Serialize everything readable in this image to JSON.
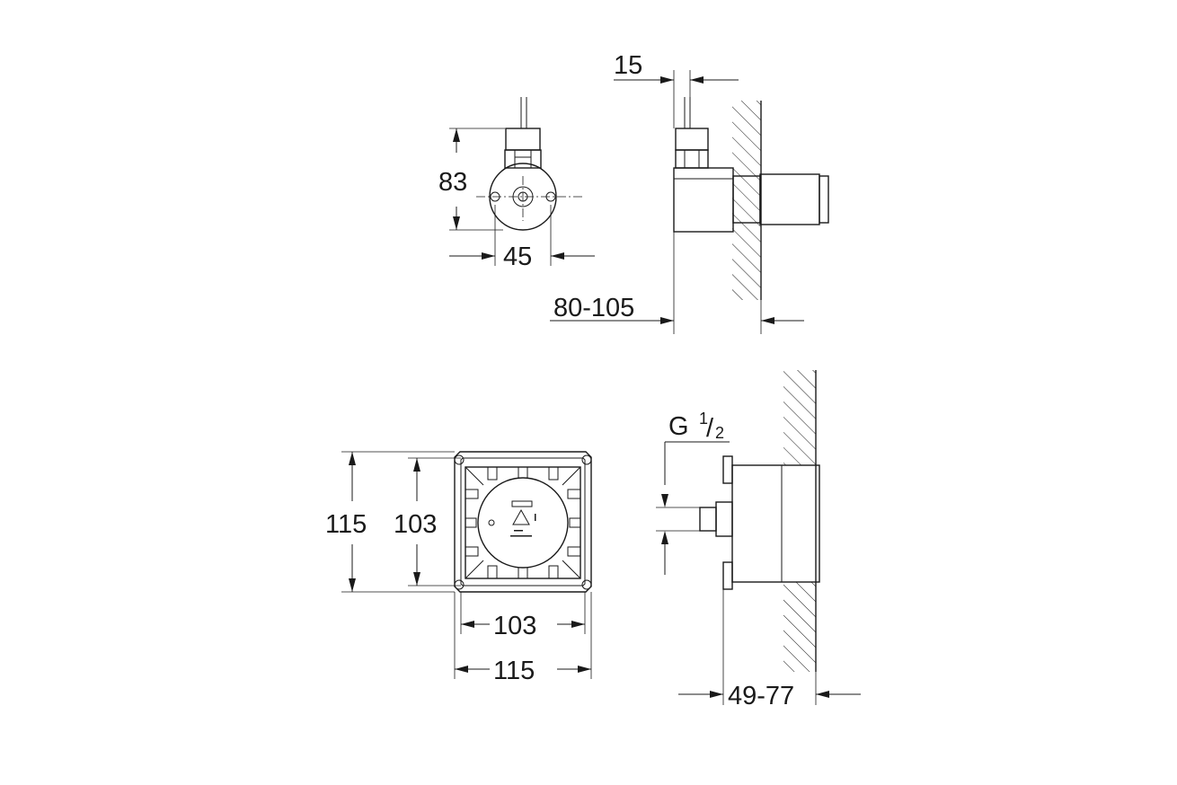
{
  "dimensions": {
    "front_height": "83",
    "front_width": "45",
    "side_offset": "15",
    "side_depth": "80-105",
    "box_outer_h": "115",
    "box_inner_h": "103",
    "box_inner_w": "103",
    "box_outer_w": "115",
    "thread_main": "G",
    "thread_num": "1",
    "thread_slash": "/",
    "thread_den": "2",
    "box_depth": "49-77"
  },
  "colors": {
    "line": "#1a1a1a",
    "background": "#ffffff"
  }
}
